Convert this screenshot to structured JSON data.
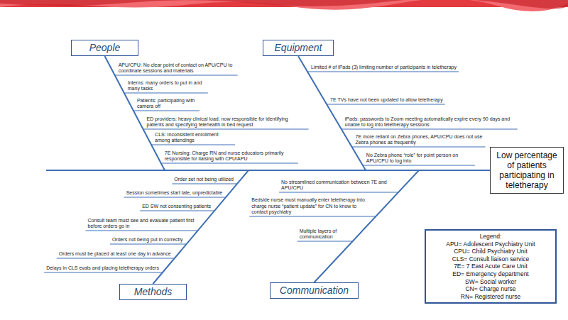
{
  "diagram": {
    "nodes": [
      {
        "text": [
          "People"
        ]
      },
      {
        "text": [
          "Equipment"
        ]
      },
      {
        "text": [
          "Low percentage of patients participating in teletherapy"
        ]
      },
      {
        "text": [
          "Methods"
        ]
      },
      {
        "text": [
          "Communication"
        ]
      },
      {
        "text": [
          "Legend:",
          "APU= Adolescent Psychiatry Unit",
          "CPU= Child Psychiatry Unit",
          "CLS= Consult liaison service",
          "7E= 7 East Acute Care Unit",
          "ED= Emergency department",
          "SW= Social worker",
          "CN= Charge nurse",
          "RN= Registered nurse"
        ]
      }
    ],
    "edges": [
      {
        "from": 0,
        "to": 2,
        "arrow": "none"
      },
      {
        "from": 1,
        "to": 2,
        "arrow": "none"
      },
      {
        "from": 3,
        "to": 2,
        "arrow": "none"
      },
      {
        "from": 4,
        "to": 2,
        "arrow": "none"
      }
    ],
    "labels": [
      "APU/CPU: No clear point of contact on APU/CPU to coordinate sessions and materials",
      "Interns: many orders to put in and many tasks",
      "Patients: participating with camera off",
      "ED providers: heavy clinical load, now responsible for identifying patients and specifying telehealth in bed request",
      "CLS: Inconsistent enrollment among attendings",
      "7E Nursing: Charge RN and nurse educators primarily responsible for liaising with CPU/APU",
      "Limited # of iPads (3) limiting number of participants in teletherapy",
      "7E TVs have not been updated to allow teletherapy",
      "iPads: passwords to Zoom meeting automatically expire every 90 days and unable to log into teletherapy sessions",
      "7E more reliant on Zebra phones, APU/CPU does not use Zebra phones as frequently",
      "No Zebra phone “role” for point person on APU/CPU to log into",
      "Order set not being utilized",
      "Session sometimes start late, unpredictable",
      "ED SW not consenting patients",
      "Consult team must see and evaluate patient first before orders go in",
      "Orders not being put in correctly",
      "Orders must be placed at least one day in advance",
      "Delays in CLS evals and placing teletherapy orders",
      "No streamlined communication between 7E and APU/CPU",
      "Bedside nurse must manually enter teletherapy into charge nurse “patient update” for CN to know to contact psychiatry",
      "Multiple layers of communication"
    ]
  }
}
